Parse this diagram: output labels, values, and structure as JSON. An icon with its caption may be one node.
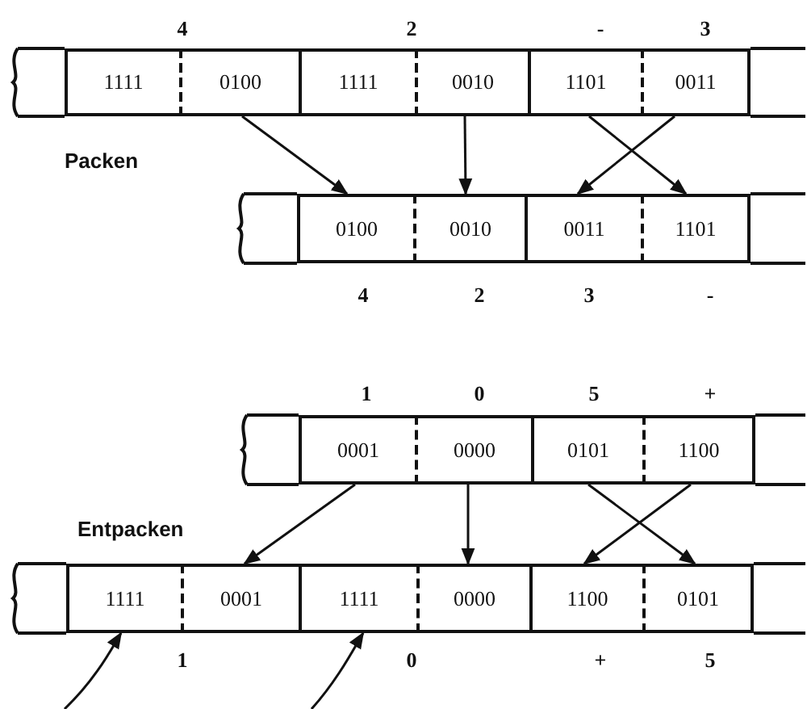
{
  "diagram": {
    "nodes": [
      {
        "text": [
          "1111"
        ]
      },
      {
        "text": [
          "0100"
        ]
      },
      {
        "text": [
          "1111"
        ]
      },
      {
        "text": [
          "0010"
        ]
      },
      {
        "text": [
          "1101"
        ]
      },
      {
        "text": [
          "0011"
        ]
      },
      {
        "text": [
          "0100"
        ]
      },
      {
        "text": [
          "0010"
        ]
      },
      {
        "text": [
          "0011"
        ]
      },
      {
        "text": [
          "1101"
        ]
      },
      {
        "text": [
          "0001"
        ]
      },
      {
        "text": [
          "0000"
        ]
      },
      {
        "text": [
          "0101"
        ]
      },
      {
        "text": [
          "1100"
        ]
      },
      {
        "text": [
          "1111"
        ]
      },
      {
        "text": [
          "0001"
        ]
      },
      {
        "text": [
          "1111"
        ]
      },
      {
        "text": [
          "0000"
        ]
      },
      {
        "text": [
          "1100"
        ]
      },
      {
        "text": [
          "0101"
        ]
      }
    ],
    "edges": [
      {
        "from": 1,
        "to": 6,
        "arrow": "to"
      },
      {
        "from": 3,
        "to": 7,
        "arrow": "to"
      },
      {
        "from": 5,
        "to": 8,
        "arrow": "to"
      },
      {
        "from": 4,
        "to": 9,
        "arrow": "to"
      },
      {
        "from": 10,
        "to": 15,
        "arrow": "to"
      },
      {
        "from": 11,
        "to": 17,
        "arrow": "to"
      },
      {
        "from": 13,
        "to": 18,
        "arrow": "to"
      },
      {
        "from": 12,
        "to": 19,
        "arrow": "to"
      },
      {
        "from": null,
        "to": 14,
        "arrow": "to"
      },
      {
        "from": null,
        "to": 16,
        "arrow": "to"
      }
    ],
    "labels": [
      "4",
      "2",
      "-",
      "3",
      "Packen",
      "4",
      "2",
      "3",
      "-",
      "1",
      "0",
      "5",
      "+",
      "Entpacken",
      "1",
      "0",
      "+",
      "5"
    ]
  }
}
